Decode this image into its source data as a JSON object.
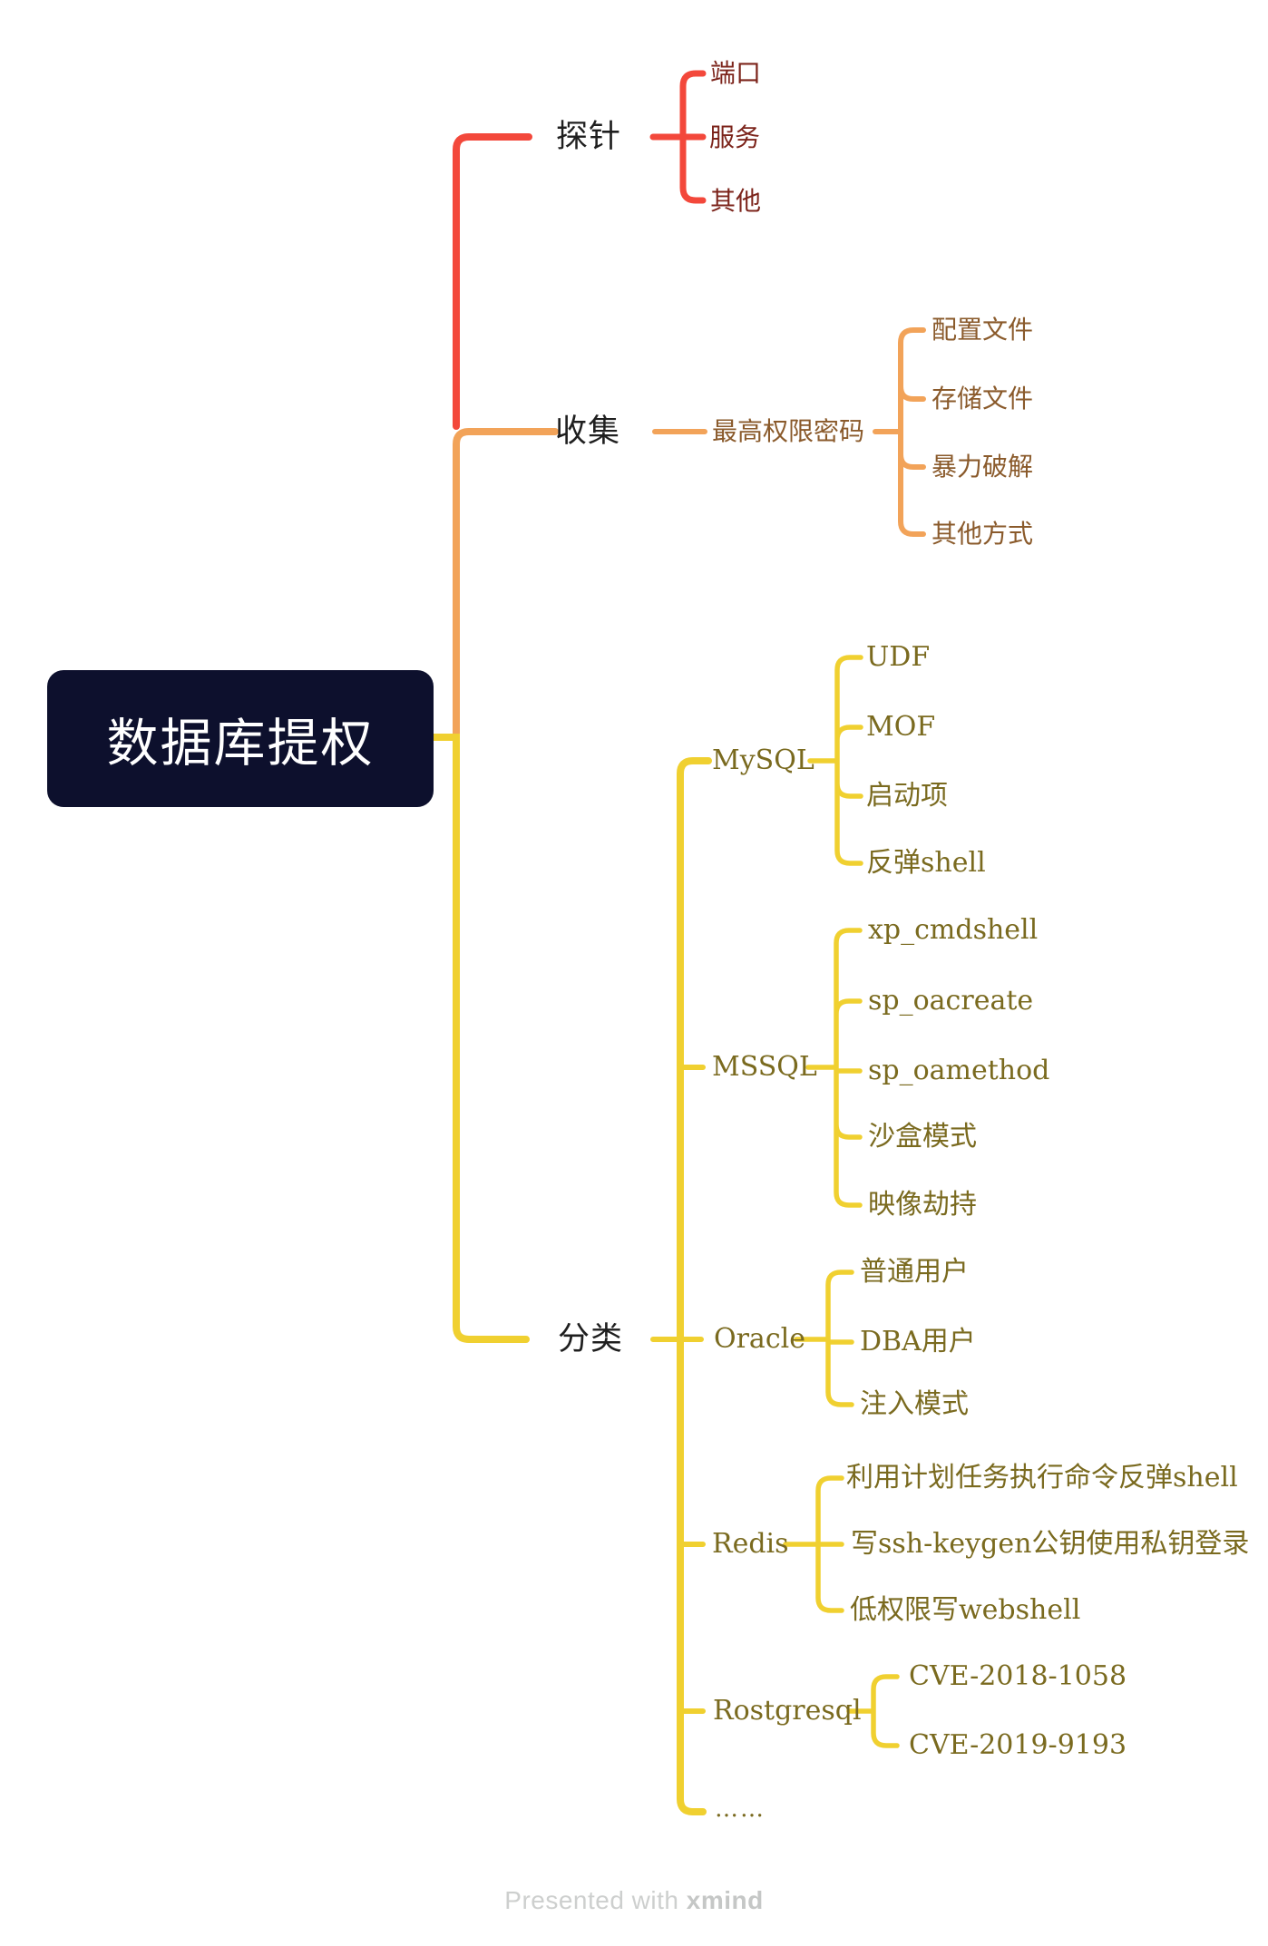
{
  "colors": {
    "red": "#F3483B",
    "orange": "#F2A359",
    "yellow": "#F0D030",
    "root_bg": "#0D102D",
    "root_text": "#FFFFFF",
    "topic_text": "#1F1F1F",
    "maroon": "#7C241B",
    "brown": "#8A5A2B",
    "olive": "#7A6A1F",
    "footer_text": "#CDCFCE",
    "footer_brand": "#C5C7C6"
  },
  "root": {
    "label": "数据库提权"
  },
  "branches": [
    {
      "label": "探针",
      "children": [
        "端口",
        "服务",
        "其他"
      ]
    },
    {
      "label": "收集",
      "children": [
        {
          "label": "最高权限密码",
          "children": [
            "配置文件",
            "存储文件",
            "暴力破解",
            "其他方式"
          ]
        }
      ]
    },
    {
      "label": "分类",
      "children": [
        {
          "label": "MySQL",
          "children": [
            "UDF",
            "MOF",
            "启动项",
            "反弹shell"
          ]
        },
        {
          "label": "MSSQL",
          "children": [
            "xp_cmdshell",
            "sp_oacreate",
            "sp_oamethod",
            "沙盒模式",
            "映像劫持"
          ]
        },
        {
          "label": "Oracle",
          "children": [
            "普通用户",
            "DBA用户",
            "注入模式"
          ]
        },
        {
          "label": "Redis",
          "children": [
            "利用计划任务执行命令反弹shell",
            "写ssh-keygen公钥使用私钥登录",
            "低权限写webshell"
          ]
        },
        {
          "label": "Rostgresql",
          "children": [
            "CVE-2018-1058",
            "CVE-2019-9193"
          ]
        },
        {
          "label": "……",
          "children": []
        }
      ]
    }
  ],
  "footer": {
    "prefix": "Presented with ",
    "brand": "xmind"
  }
}
